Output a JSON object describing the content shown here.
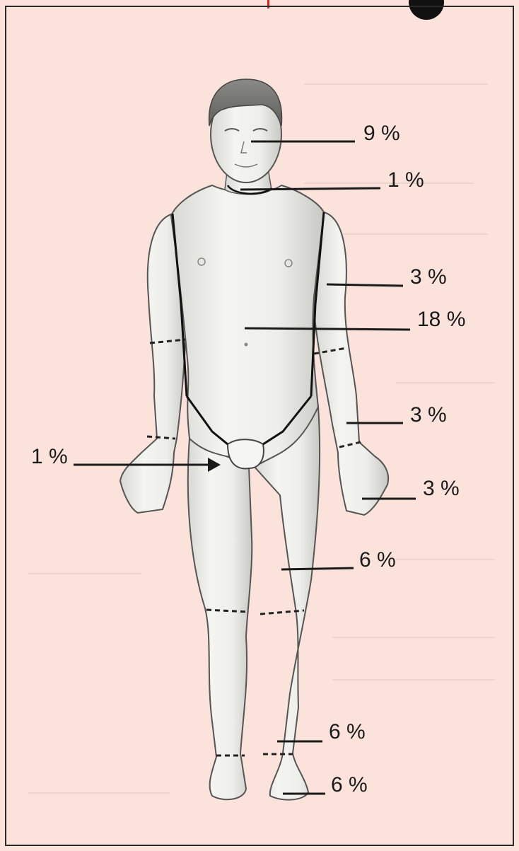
{
  "diagram": {
    "labels": {
      "head": "9 %",
      "neck": "1 %",
      "upper_arm": "3 %",
      "trunk": "18 %",
      "forearm": "3 %",
      "genitals": "1 %",
      "hand": "3 %",
      "thigh": "6 %",
      "lower_leg": "6 %",
      "foot": "6 %"
    }
  },
  "colors": {
    "page_background": "#fbe3dc",
    "line": "#1a1a1a",
    "accent_red": "#e02020"
  }
}
